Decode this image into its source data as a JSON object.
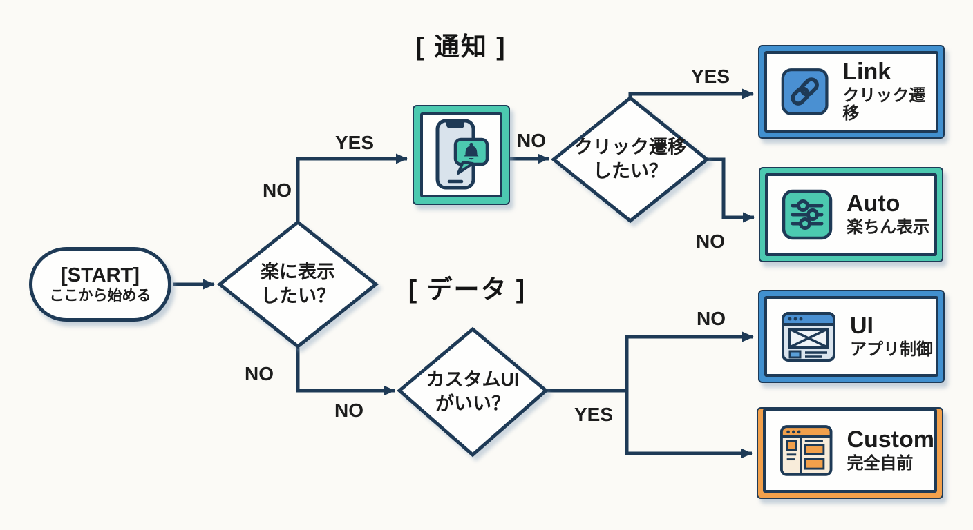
{
  "section_labels": {
    "notification": "[ 通知 ]",
    "data": "[ データ ]"
  },
  "start_node": {
    "title": "[START]",
    "subtitle": "ここから始める"
  },
  "decisions": {
    "easy_display": {
      "line1": "楽に表示",
      "line2": "したい？"
    },
    "click_transition": {
      "line1": "クリック遷移",
      "line2": "したい？"
    },
    "custom_ui": {
      "line1": "カスタムUI",
      "line2": "がいい？"
    }
  },
  "edge_labels": {
    "easy_yes": "YES",
    "easy_no_upper": "NO",
    "phone_to_click": "NO",
    "click_yes": "YES",
    "click_no": "NO",
    "easy_no_lower": "NO",
    "easy_no_bottom": "NO",
    "custom_no": "NO",
    "custom_yes": "YES"
  },
  "results": {
    "link": {
      "title": "Link",
      "subtitle": "クリック遷移",
      "accent": "#4190cf",
      "icon": "link-icon"
    },
    "auto": {
      "title": "Auto",
      "subtitle": "楽ちん表示",
      "accent": "#4cc9b0",
      "icon": "sliders-icon"
    },
    "ui": {
      "title": "UI",
      "subtitle": "アプリ制御",
      "accent": "#4190cf",
      "icon": "browser-wireframe-icon"
    },
    "custom": {
      "title": "Custom",
      "subtitle": "完全自前",
      "accent": "#f2a04b",
      "icon": "browser-layout-icon"
    }
  },
  "icons": {
    "phone_box": "phone-notification-icon"
  },
  "colors": {
    "navy": "#1e3a56",
    "blue": "#4190cf",
    "teal": "#4cc9b0",
    "orange": "#f2a04b",
    "background": "#fbfaf6",
    "text": "#1b1b1b"
  }
}
